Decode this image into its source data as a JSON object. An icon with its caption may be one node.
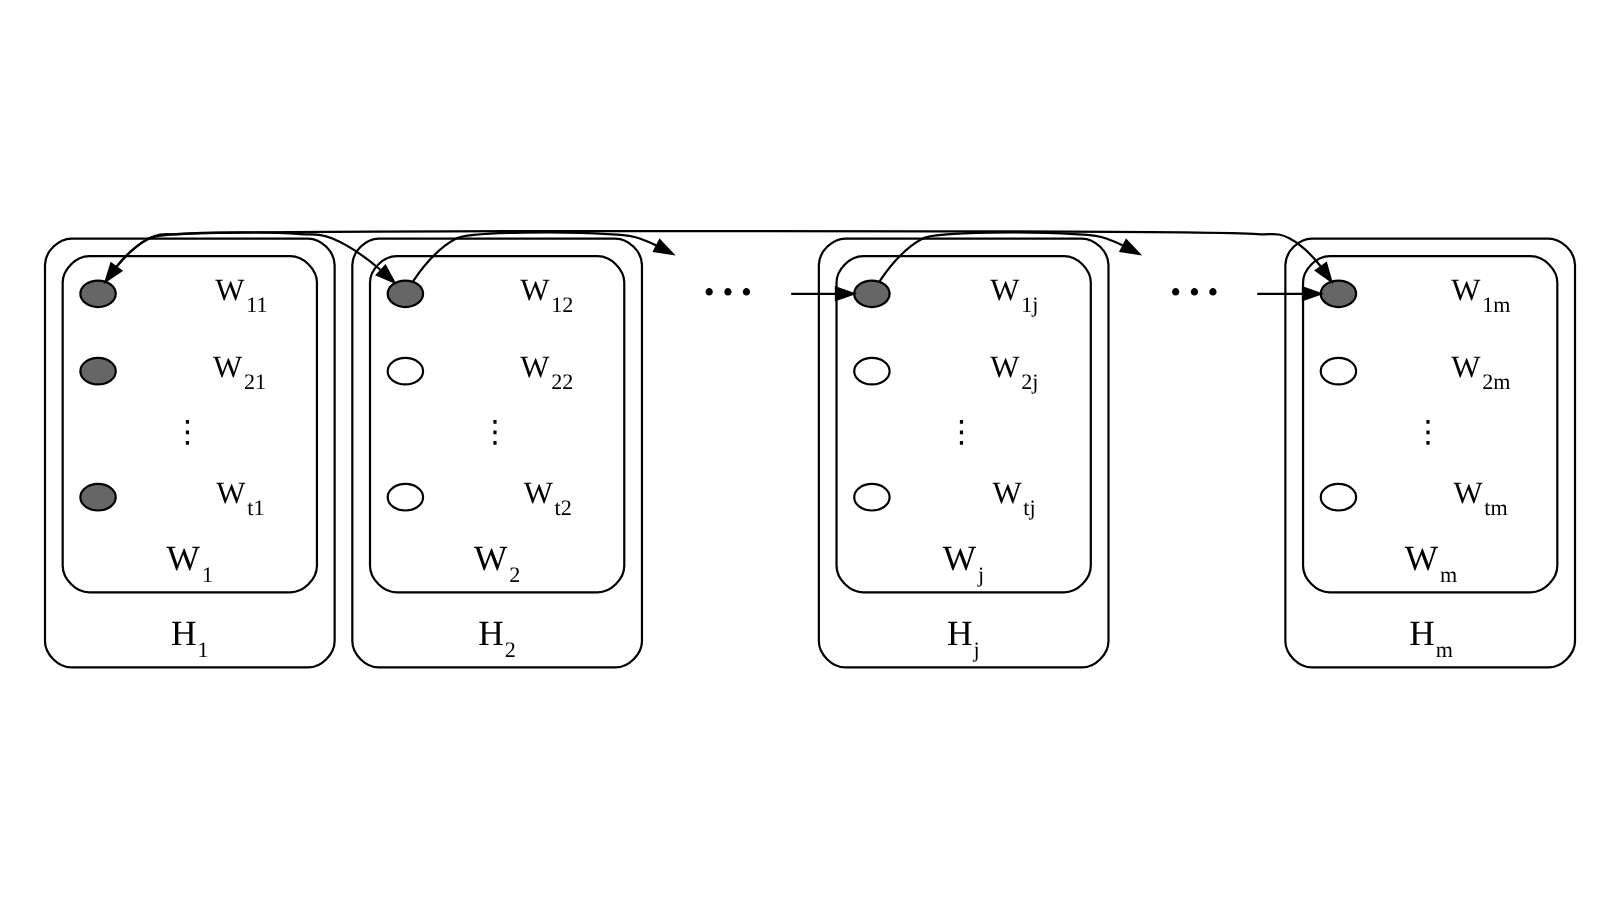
{
  "diagram": {
    "nodes": [
      {
        "text": [
          "H$_{1}$"
        ]
      },
      {
        "text": [
          "W$_{1}$"
        ],
        "in": 0
      },
      {
        "text": [],
        "shape": "circle",
        "beside": [
          "W$_{11}$"
        ],
        "in": 1
      },
      {
        "text": [],
        "shape": "circle",
        "beside": [
          "W$_{21}$"
        ],
        "in": 1
      },
      {
        "text": [],
        "shape": "circle",
        "beside": [
          "W$_{t1}$"
        ],
        "in": 1
      },
      {
        "text": [
          "H$_{2}$"
        ]
      },
      {
        "text": [
          "W$_{2}$"
        ],
        "in": 5
      },
      {
        "text": [],
        "shape": "circle",
        "beside": [
          "W$_{12}$"
        ],
        "in": 6
      },
      {
        "text": [],
        "shape": "circle",
        "beside": [
          "W$_{22}$"
        ],
        "in": 6
      },
      {
        "text": [],
        "shape": "circle",
        "beside": [
          "W$_{t2}$"
        ],
        "in": 6
      },
      {
        "text": [
          "• • •"
        ]
      },
      {
        "text": [
          "H$_{j}$"
        ]
      },
      {
        "text": [
          "W$_{j}$"
        ],
        "in": 11
      },
      {
        "text": [],
        "shape": "circle",
        "beside": [
          "W$_{1j}$"
        ],
        "in": 12
      },
      {
        "text": [],
        "shape": "circle",
        "beside": [
          "W$_{2j}$"
        ],
        "in": 12
      },
      {
        "text": [],
        "shape": "circle",
        "beside": [
          "W$_{tj}$"
        ],
        "in": 12
      },
      {
        "text": [
          "• • •"
        ]
      },
      {
        "text": [
          "H$_{m}$"
        ]
      },
      {
        "text": [
          "W$_{m}$"
        ],
        "in": 17
      },
      {
        "text": [],
        "shape": "circle",
        "beside": [
          "W$_{1m}$"
        ],
        "in": 18
      },
      {
        "text": [],
        "shape": "circle",
        "beside": [
          "W$_{2m}$"
        ],
        "in": 18
      },
      {
        "text": [],
        "shape": "circle",
        "beside": [
          "W$_{tm}$"
        ],
        "in": 18
      }
    ],
    "edges": [
      {
        "from": 2,
        "to": 7,
        "arrow": "to"
      },
      {
        "from": 7,
        "to": 10,
        "arrow": "to"
      },
      {
        "from": 10,
        "to": 13,
        "arrow": "to"
      },
      {
        "from": 13,
        "to": 16,
        "arrow": "to"
      },
      {
        "from": 16,
        "to": 19,
        "arrow": "to"
      },
      {
        "from": 2,
        "to": 19,
        "arrow": "both"
      }
    ],
    "labels": [
      "⋮",
      "⋮",
      "⋮",
      "⋮"
    ]
  }
}
